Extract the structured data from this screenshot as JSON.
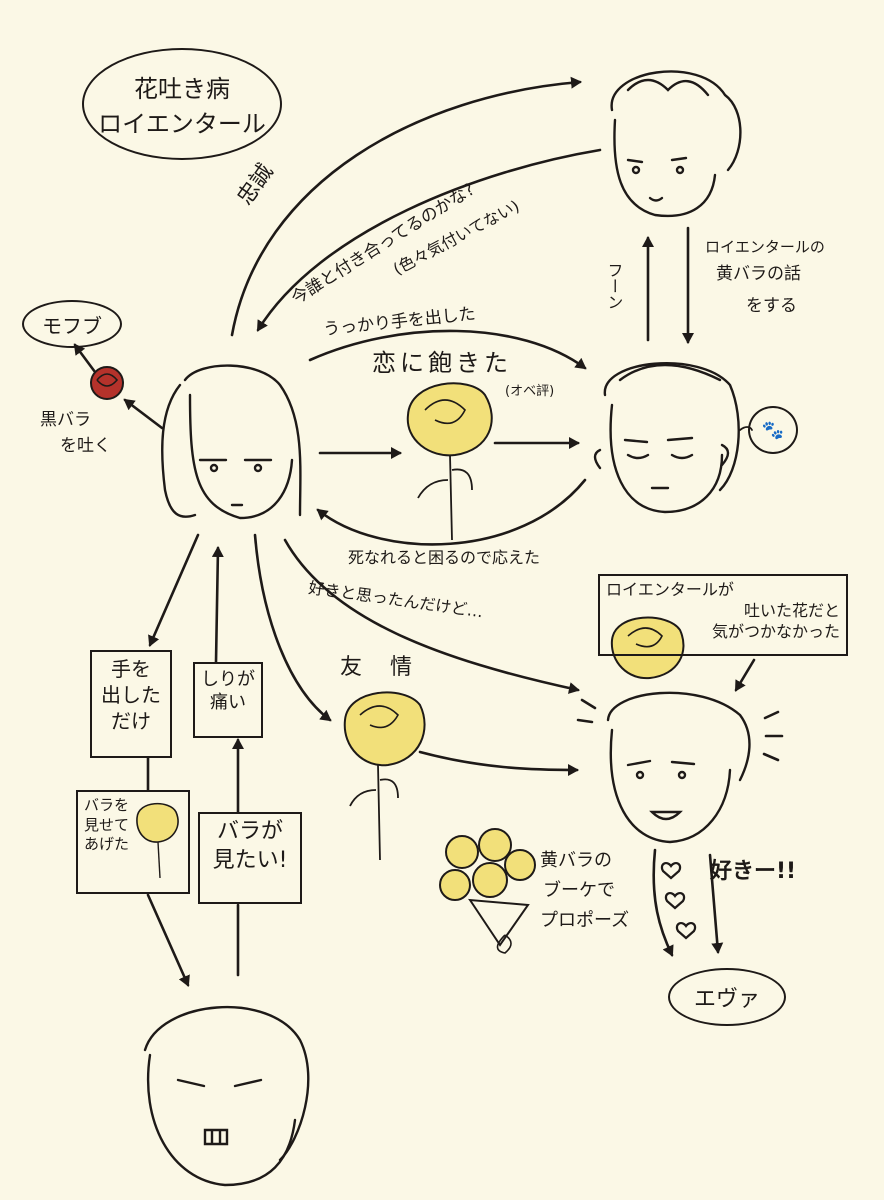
{
  "title": {
    "line1": "花吐き病",
    "line2": "ロイエンタール"
  },
  "bubbles": {
    "mofu": "モフブ",
    "eva": "エヴァ"
  },
  "labels": {
    "black_rose_1": "黒バラ",
    "black_rose_2": "を吐く",
    "chuusei": "忠誠",
    "question_1": "今誰と付き合ってるのかな?",
    "question_2": "(色々気付いてない)",
    "ukkari": "うっかり手を出した",
    "koi_ni_akita": "恋に飽きた",
    "obe_hyou": "(オベ評)",
    "shinareru": "死なれると困るので応えた",
    "suki_to": "好きと思ったんだけど…",
    "yuujou": "友情",
    "fuun": "フーン",
    "roi_yellow_1": "ロイエンタールの",
    "roi_yellow_2": "黄バラの話",
    "roi_yellow_3": "をする",
    "did_not_notice_1": "ロイエンタールが",
    "did_not_notice_2": "吐いた花だと",
    "did_not_notice_3": "気がつかなかった",
    "bouquet_1": "黄バラの",
    "bouquet_2": "ブーケで",
    "bouquet_3": "プロポーズ",
    "sukii": "好きー!!"
  },
  "boxes": {
    "te_wo_dashita": [
      "手を",
      "出した",
      "だけ"
    ],
    "shiri_ga_itai": [
      "しりが",
      "痛い"
    ],
    "bara_misete": [
      "バラを",
      "見せて",
      "あげた"
    ],
    "bara_ga_mitai": [
      "バラが",
      "見たい!"
    ]
  },
  "colors": {
    "background": "#fbf8e6",
    "ink": "#1e1a18",
    "black_rose": "#b5322b",
    "yellow_rose": "#f2e07a"
  },
  "icons": [
    "rose-icon",
    "paw-icon",
    "bouquet-icon",
    "face-icon"
  ]
}
